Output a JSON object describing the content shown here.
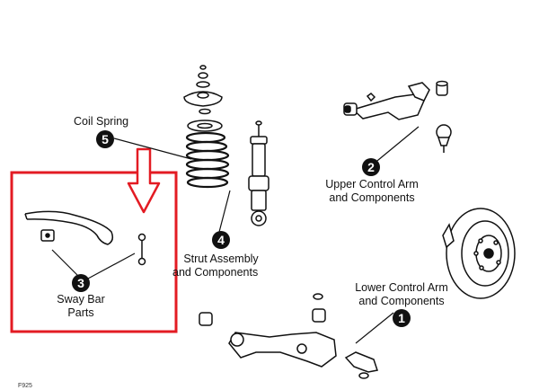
{
  "labels": {
    "coil_spring": "Coil Spring",
    "upper_control_arm_1": "Upper Control Arm",
    "upper_control_arm_2": "and Components",
    "strut_assembly_1": "Strut Assembly",
    "strut_assembly_2": "and Components",
    "lower_control_arm_1": "Lower Control Arm",
    "lower_control_arm_2": "and Components",
    "sway_bar_1": "Sway Bar",
    "sway_bar_2": "Parts"
  },
  "badges": {
    "lower_control_arm": "1",
    "upper_control_arm": "2",
    "sway_bar": "3",
    "strut_assembly": "4",
    "coil_spring": "5"
  },
  "figure_code": "F925",
  "colors": {
    "highlight": "#e31b23",
    "ink": "#111111"
  }
}
